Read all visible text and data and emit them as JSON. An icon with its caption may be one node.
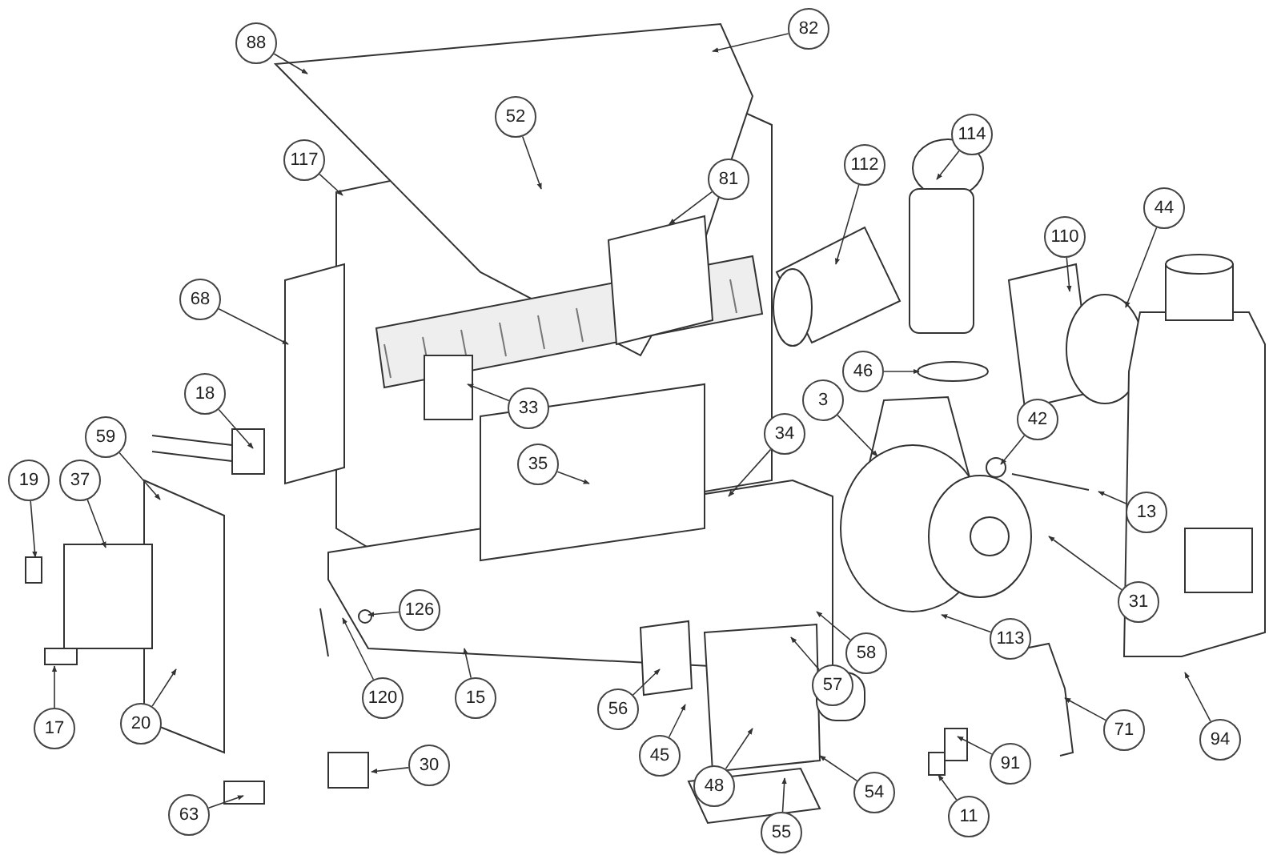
{
  "diagram": {
    "nodes": [
      {
        "text": [
          "88"
        ]
      },
      {
        "text": [
          "82"
        ]
      },
      {
        "text": [
          "52"
        ]
      },
      {
        "text": [
          "117"
        ]
      },
      {
        "text": [
          "81"
        ]
      },
      {
        "text": [
          "112"
        ]
      },
      {
        "text": [
          "114"
        ]
      },
      {
        "text": [
          "110"
        ]
      },
      {
        "text": [
          "44"
        ]
      },
      {
        "text": [
          "68"
        ]
      },
      {
        "text": [
          "18"
        ]
      },
      {
        "text": [
          "33"
        ]
      },
      {
        "text": [
          "46"
        ]
      },
      {
        "text": [
          "3"
        ]
      },
      {
        "text": [
          "42"
        ]
      },
      {
        "text": [
          "34"
        ]
      },
      {
        "text": [
          "35"
        ]
      },
      {
        "text": [
          "59"
        ]
      },
      {
        "text": [
          "19"
        ]
      },
      {
        "text": [
          "37"
        ]
      },
      {
        "text": [
          "13"
        ]
      },
      {
        "text": [
          "31"
        ]
      },
      {
        "text": [
          "126"
        ]
      },
      {
        "text": [
          "113"
        ]
      },
      {
        "text": [
          "58"
        ]
      },
      {
        "text": [
          "57"
        ]
      },
      {
        "text": [
          "120"
        ]
      },
      {
        "text": [
          "15"
        ]
      },
      {
        "text": [
          "56"
        ]
      },
      {
        "text": [
          "17"
        ]
      },
      {
        "text": [
          "20"
        ]
      },
      {
        "text": [
          "71"
        ]
      },
      {
        "text": [
          "94"
        ]
      },
      {
        "text": [
          "30"
        ]
      },
      {
        "text": [
          "45"
        ]
      },
      {
        "text": [
          "91"
        ]
      },
      {
        "text": [
          "48"
        ]
      },
      {
        "text": [
          "54"
        ]
      },
      {
        "text": [
          "63"
        ]
      },
      {
        "text": [
          "55"
        ]
      },
      {
        "text": [
          "11"
        ]
      }
    ],
    "edges": [
      {
        "from": 0,
        "to": null,
        "arrow": "to"
      },
      {
        "from": 1,
        "to": null,
        "arrow": "to"
      },
      {
        "from": 2,
        "to": null,
        "arrow": "to"
      },
      {
        "from": 3,
        "to": null,
        "arrow": "to"
      },
      {
        "from": 4,
        "to": null,
        "arrow": "to"
      },
      {
        "from": 5,
        "to": null,
        "arrow": "to"
      },
      {
        "from": 6,
        "to": null,
        "arrow": "to"
      },
      {
        "from": 7,
        "to": null,
        "arrow": "to"
      },
      {
        "from": 8,
        "to": null,
        "arrow": "to"
      },
      {
        "from": 9,
        "to": null,
        "arrow": "to"
      },
      {
        "from": 10,
        "to": null,
        "arrow": "to"
      },
      {
        "from": 11,
        "to": null,
        "arrow": "to"
      },
      {
        "from": 12,
        "to": null,
        "arrow": "to"
      },
      {
        "from": 13,
        "to": null,
        "arrow": "to"
      },
      {
        "from": 14,
        "to": null,
        "arrow": "to"
      },
      {
        "from": 15,
        "to": null,
        "arrow": "to"
      },
      {
        "from": 16,
        "to": null,
        "arrow": "to"
      },
      {
        "from": 17,
        "to": null,
        "arrow": "to"
      },
      {
        "from": 18,
        "to": null,
        "arrow": "to"
      },
      {
        "from": 19,
        "to": null,
        "arrow": "to"
      },
      {
        "from": 20,
        "to": null,
        "arrow": "to"
      },
      {
        "from": 21,
        "to": null,
        "arrow": "to"
      },
      {
        "from": 22,
        "to": null,
        "arrow": "to"
      },
      {
        "from": 23,
        "to": null,
        "arrow": "to"
      },
      {
        "from": 24,
        "to": null,
        "arrow": "to"
      },
      {
        "from": 25,
        "to": null,
        "arrow": "to"
      },
      {
        "from": 26,
        "to": null,
        "arrow": "to"
      },
      {
        "from": 27,
        "to": null,
        "arrow": "to"
      },
      {
        "from": 28,
        "to": null,
        "arrow": "to"
      },
      {
        "from": 29,
        "to": null,
        "arrow": "to"
      },
      {
        "from": 30,
        "to": null,
        "arrow": "to"
      },
      {
        "from": 31,
        "to": null,
        "arrow": "to"
      },
      {
        "from": 32,
        "to": null,
        "arrow": "to"
      },
      {
        "from": 33,
        "to": null,
        "arrow": "to"
      },
      {
        "from": 34,
        "to": null,
        "arrow": "to"
      },
      {
        "from": 35,
        "to": null,
        "arrow": "to"
      },
      {
        "from": 36,
        "to": null,
        "arrow": "to"
      },
      {
        "from": 37,
        "to": null,
        "arrow": "to"
      },
      {
        "from": 38,
        "to": null,
        "arrow": "to"
      },
      {
        "from": 39,
        "to": null,
        "arrow": "to"
      },
      {
        "from": 40,
        "to": null,
        "arrow": "to"
      }
    ]
  }
}
